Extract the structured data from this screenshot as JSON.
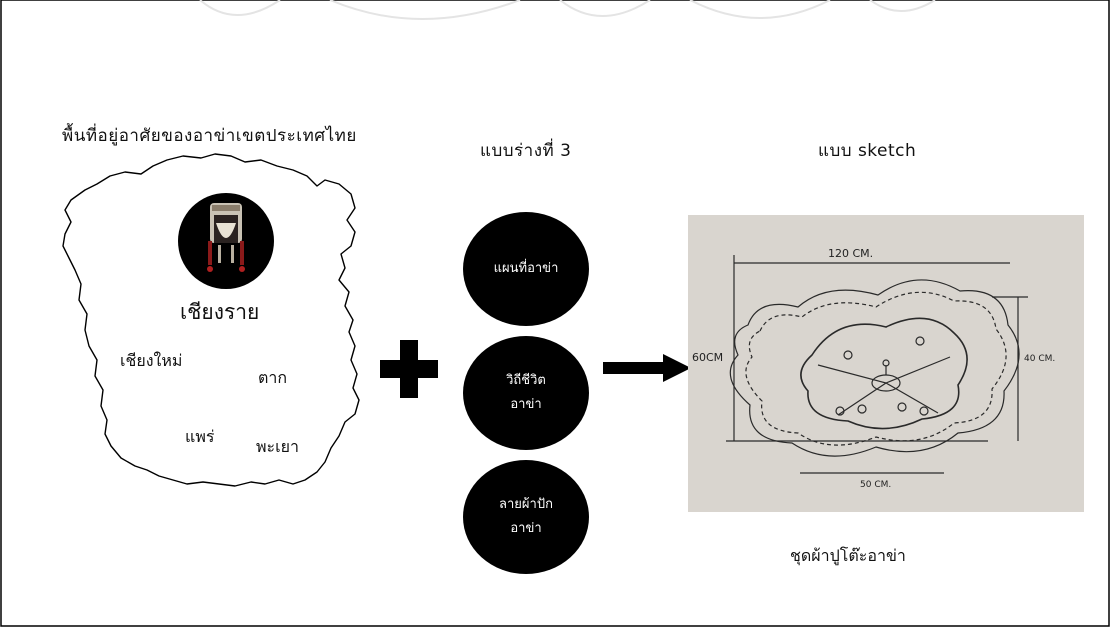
{
  "headings": {
    "area": "พื้นที่อยู่อาศัยของอาข่าเขตประเทศไทย",
    "draft": "แบบร่างที่ 3",
    "sketch": "แบบ sketch"
  },
  "map": {
    "main_province": "เชียงราย",
    "provinces": [
      "เชียงใหม่",
      "ตาก",
      "แพร่",
      "พะเยา"
    ]
  },
  "circles": [
    [
      "แผนที่อาข่า"
    ],
    [
      "วิถีชีวิต",
      "อาข่า"
    ],
    [
      "ลายผ้าปัก",
      "อาข่า"
    ]
  ],
  "sketch_labels": {
    "top": "120 CM.",
    "left": "60CM",
    "right": "40 CM.",
    "bottom": "50 CM."
  },
  "caption": "ชุดผ้าปูโต๊ะอาข่า",
  "colors": {
    "ink": "#111111",
    "paper": "#d9d5cf",
    "badge": "#000000"
  }
}
